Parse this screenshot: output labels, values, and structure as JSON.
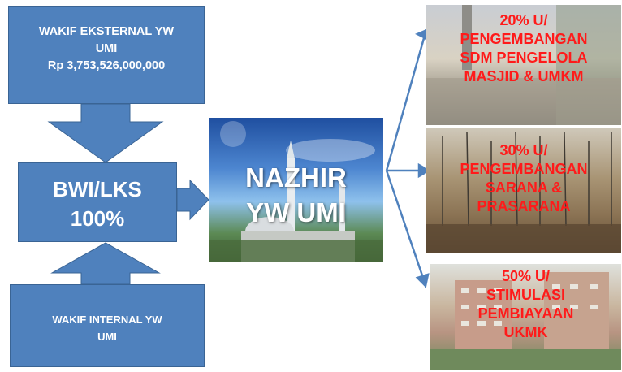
{
  "wakif_eksternal": {
    "line1": "WAKIF EKSTERNAL YW",
    "line2": "UMI",
    "line3": "Rp  3,753,526,000,000"
  },
  "wakif_internal": {
    "line1": "WAKIF INTERNAL YW",
    "line2": "UMI"
  },
  "bwi": {
    "line1": "BWI/LKS",
    "line2": "100%"
  },
  "nazhir": {
    "line1": "NAZHIR",
    "line2": "YW UMI"
  },
  "allocations": [
    {
      "lines": [
        "20% U/",
        "PENGEMBANGAN",
        "SDM PENGELOLA",
        "MASJID & UMKM"
      ]
    },
    {
      "lines": [
        "30% U/",
        "PENGEMBANGAN",
        "SARANA &",
        "PRASARANA"
      ]
    },
    {
      "lines": [
        "50% U/",
        "STIMULASI",
        "PEMBIAYAAN",
        "UKMK"
      ]
    }
  ],
  "colors": {
    "box": "#4f81bd",
    "box_text": "#ffffff",
    "caption": "#ff1a1a",
    "arrow": "#4f81bd"
  }
}
